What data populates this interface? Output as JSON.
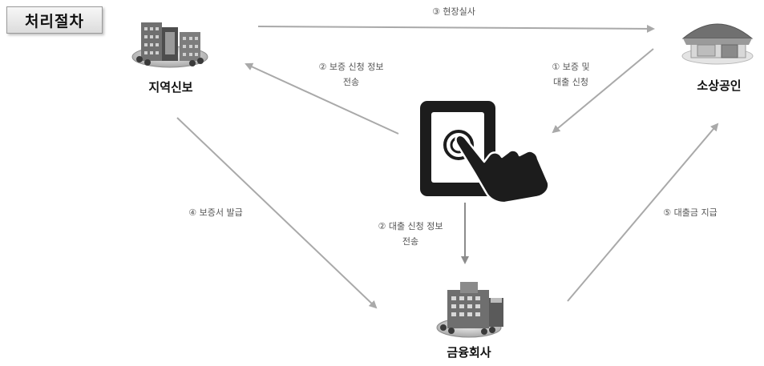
{
  "title": "처리절차",
  "nodes": {
    "regional_guarantee": "지역신보",
    "small_business": "소상공인",
    "financial_company": "금융회사"
  },
  "steps": {
    "step1": [
      "① 보증 및",
      "대출 신청"
    ],
    "step2_guarantee": [
      "② 보증 신청 정보",
      "전송"
    ],
    "step2_loan": [
      "② 대출 신청 정보",
      "전송"
    ],
    "step3": "③ 현장실사",
    "step4": "④ 보증서 발급",
    "step5": "⑤ 대출금 지급"
  },
  "colors": {
    "arrow": "#a9a9a9",
    "arrow_dark": "#8c8c8c",
    "icon_gray": "#6e6e6e",
    "icon_dark": "#222222"
  }
}
